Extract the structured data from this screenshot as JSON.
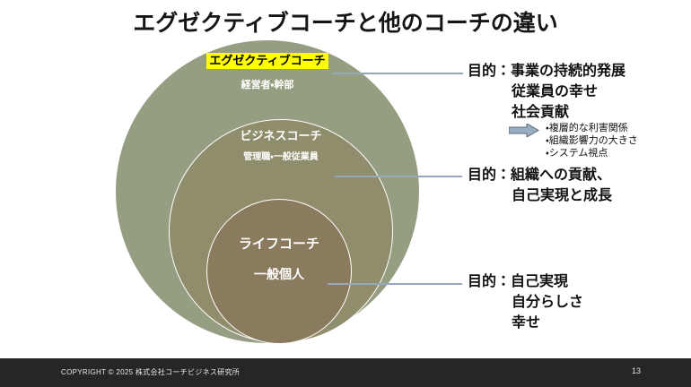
{
  "slide": {
    "title": "エグゼクティブコーチと他のコーチの違い",
    "background_color": "#ffffff"
  },
  "diagram": {
    "circles": [
      {
        "id": "outer",
        "title": "エグゼクティブコーチ",
        "title_highlight_color": "#ffff00",
        "subtitle": "経営者・幹部",
        "fill_color": "#969e82"
      },
      {
        "id": "middle",
        "title": "ビジネスコーチ",
        "subtitle": "管理職・一般従業員",
        "fill_color": "#8f8d6b"
      },
      {
        "id": "inner",
        "title": "ライフコーチ",
        "subtitle": "一般個人",
        "fill_color": "#8a7a5e"
      }
    ],
    "connector_color": "#97a8bd"
  },
  "annotations": {
    "executive": {
      "line1": "目的：事業の持続的発展",
      "line2": "従業員の幸せ",
      "line3": "社会貢献"
    },
    "executive_subpoints": {
      "arrow_icon": "right-arrow-icon",
      "items": [
        "・複層的な利害関係",
        "・組織影響力の大きさ",
        "・システム視点"
      ]
    },
    "business": {
      "line1": "目的：組織への貢献、",
      "line2": "自己実現と成長"
    },
    "life": {
      "line1": "目的：自己実現",
      "line2": "自分らしさ",
      "line3": "幸せ"
    }
  },
  "footer": {
    "copyright": "COPYRIGHT ©  2025  株式会社コーチビジネス研究所",
    "page_number": "13",
    "background_color": "#262626"
  }
}
